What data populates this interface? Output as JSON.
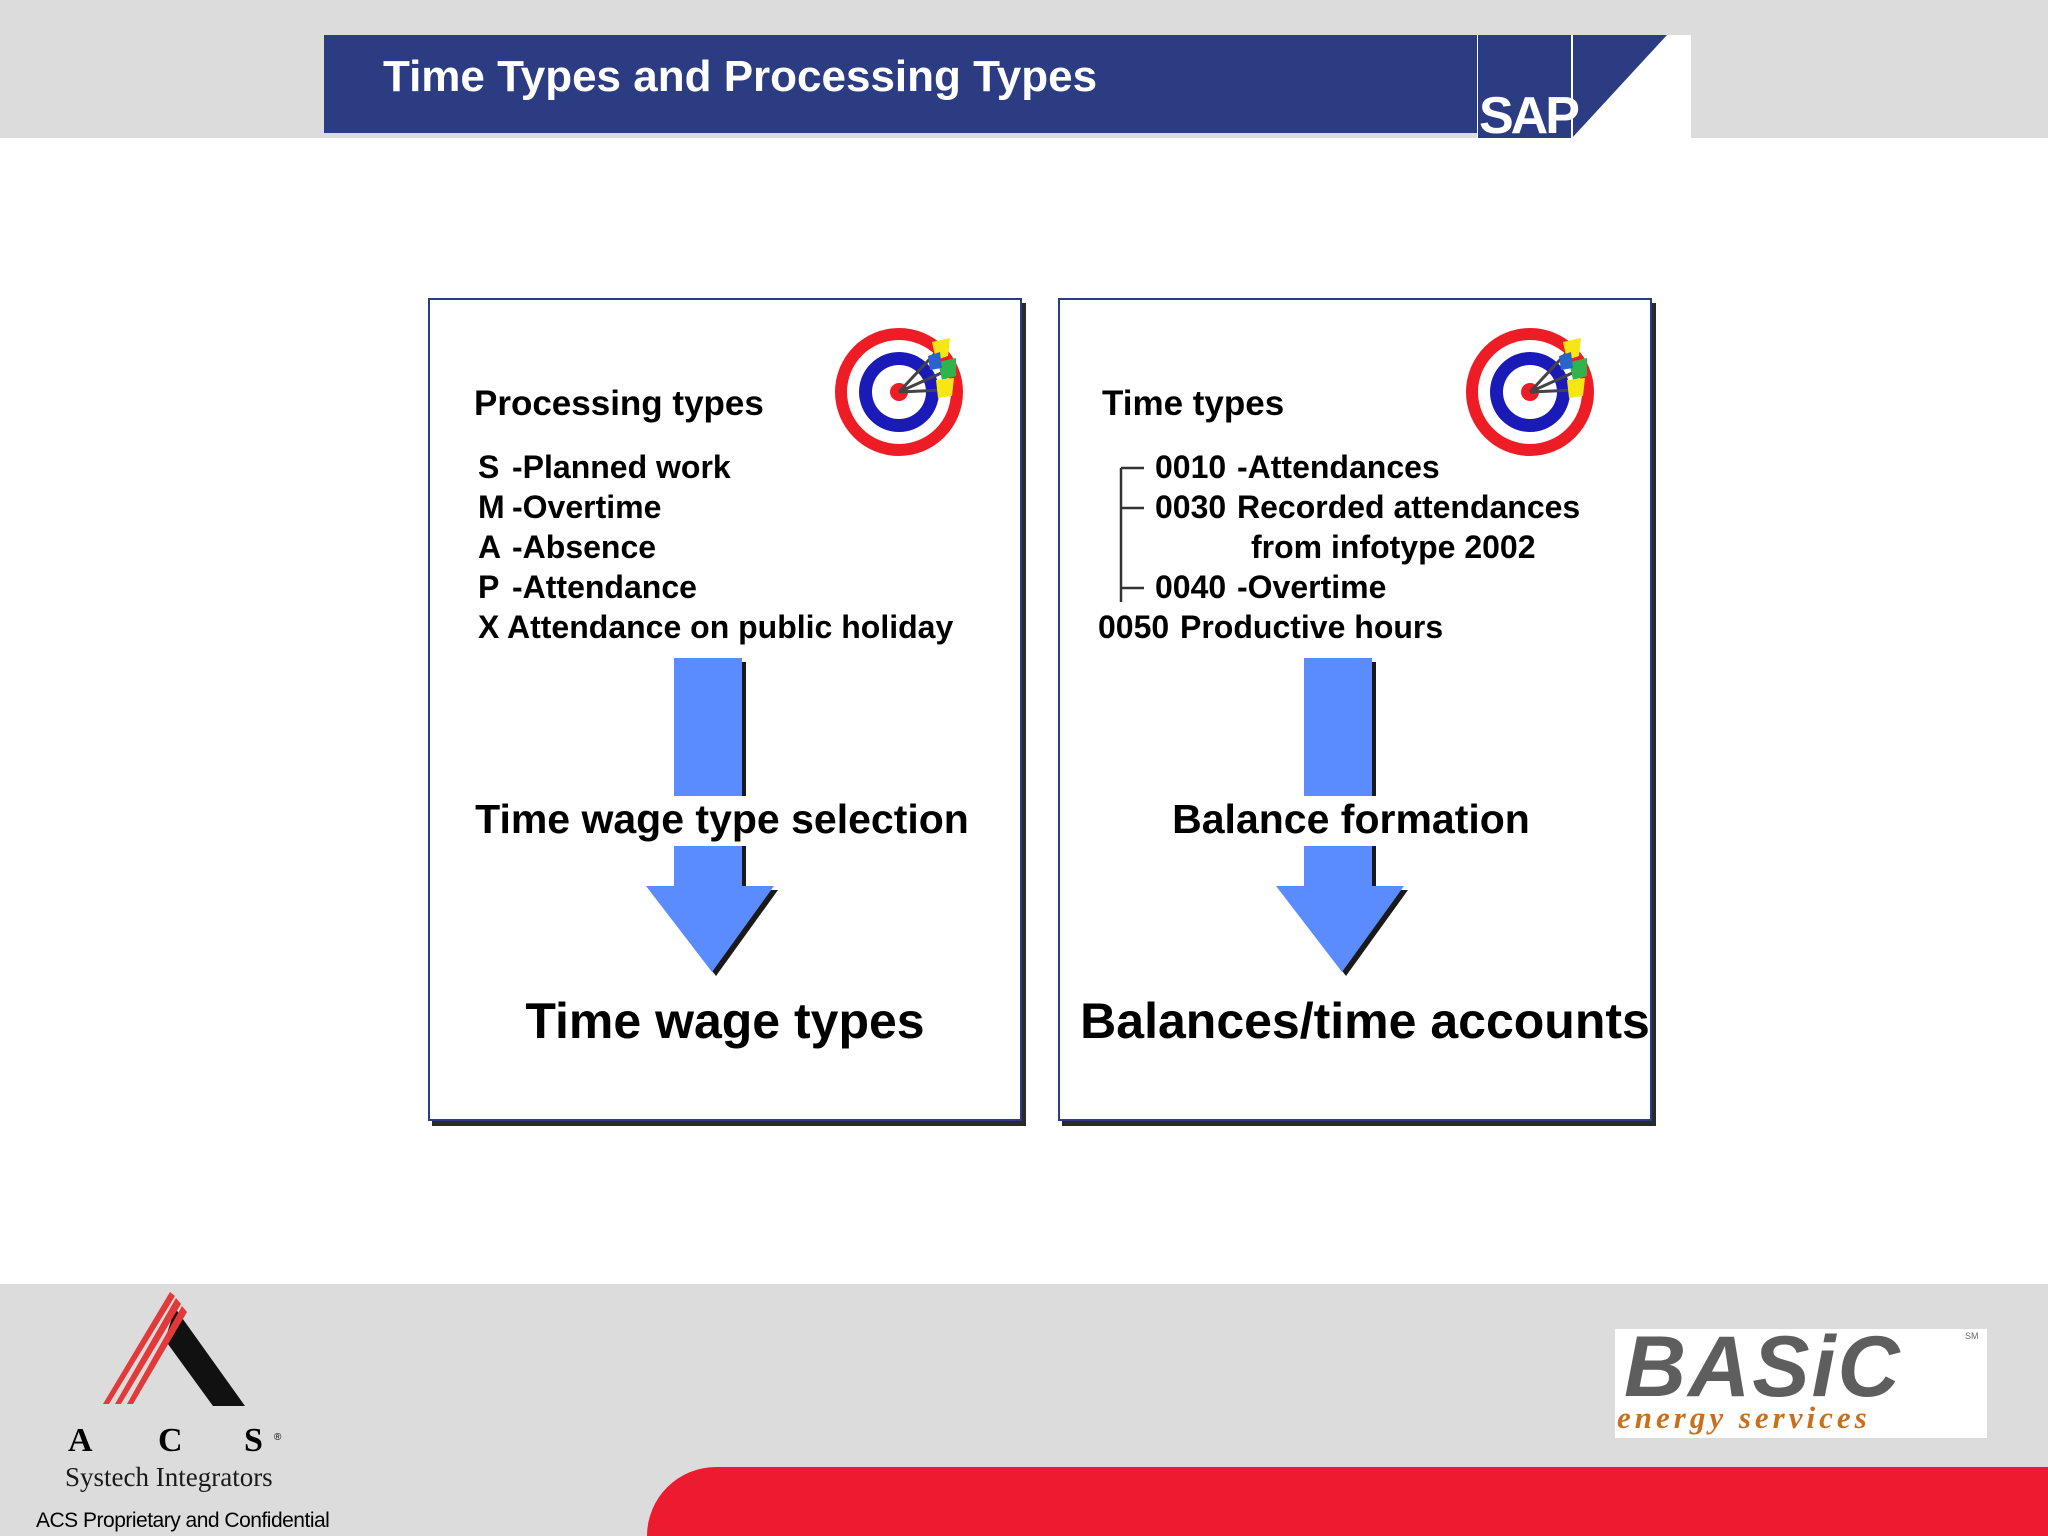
{
  "header": {
    "title": "Time Types and Processing Types",
    "brand_logo_text": "SAP"
  },
  "left_panel": {
    "heading": "Processing types",
    "items": [
      {
        "code": "S",
        "text": "-Planned work"
      },
      {
        "code": "M",
        "text": "-Overtime"
      },
      {
        "code": "A",
        "text": "-Absence"
      },
      {
        "code": "P",
        "text": "-Attendance"
      },
      {
        "code": "X",
        "text": "Attendance on public holiday"
      }
    ],
    "process": "Time wage type selection",
    "result": "Time wage types"
  },
  "right_panel": {
    "heading": "Time types",
    "items": [
      {
        "code": "0010",
        "text": "-Attendances"
      },
      {
        "code": "0030",
        "text": "Recorded attendances"
      },
      {
        "code": "",
        "text": "from infotype 2002"
      },
      {
        "code": "0040",
        "text": "-Overtime"
      },
      {
        "code": "0050",
        "text": "Productive hours"
      }
    ],
    "process": "Balance formation",
    "result": "Balances/time accounts"
  },
  "footer": {
    "acs_letters": [
      "A",
      "C",
      "S"
    ],
    "acs_registered": "®",
    "acs_tagline": "Systech Integrators",
    "confidential": "ACS Proprietary and Confidential",
    "basic_main": "BASiC",
    "basic_sub": "energy services",
    "basic_sm": "SM"
  },
  "colors": {
    "header_blue": "#2b3c82",
    "arrow_blue": "#5b8cff",
    "footer_red": "#ec1b2f",
    "band_gray": "#dcdcdc"
  }
}
